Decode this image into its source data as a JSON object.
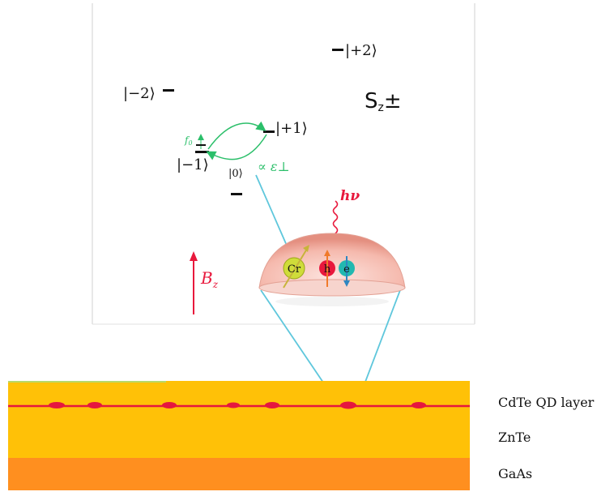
{
  "levels": {
    "m2": "|−2⟩",
    "p2": "|+2⟩",
    "p1": "|+1⟩",
    "m1": "|−1⟩",
    "zero": "|0⟩"
  },
  "sz_label": "Sz±",
  "sz_main": "S",
  "sz_sub": "z",
  "sz_pm": "±",
  "f0_label": "f",
  "f0_sub": "0",
  "coupling_label": "∝ ε⊥",
  "photon_label": "hν",
  "field_label": "B",
  "field_sub": "z",
  "particles": {
    "cr": "Cr",
    "hole": "h",
    "electron": "e"
  },
  "layers": {
    "qd": "CdTe QD layer",
    "znte": "ZnTe",
    "gaas": "GaAs"
  },
  "colors": {
    "green": "#2bbf6a",
    "red": "#e8183c",
    "cyan": "#5fc7dc",
    "znte": "#ffc107",
    "gaas": "#ff8f1f",
    "qd_line": "#e5173f"
  }
}
